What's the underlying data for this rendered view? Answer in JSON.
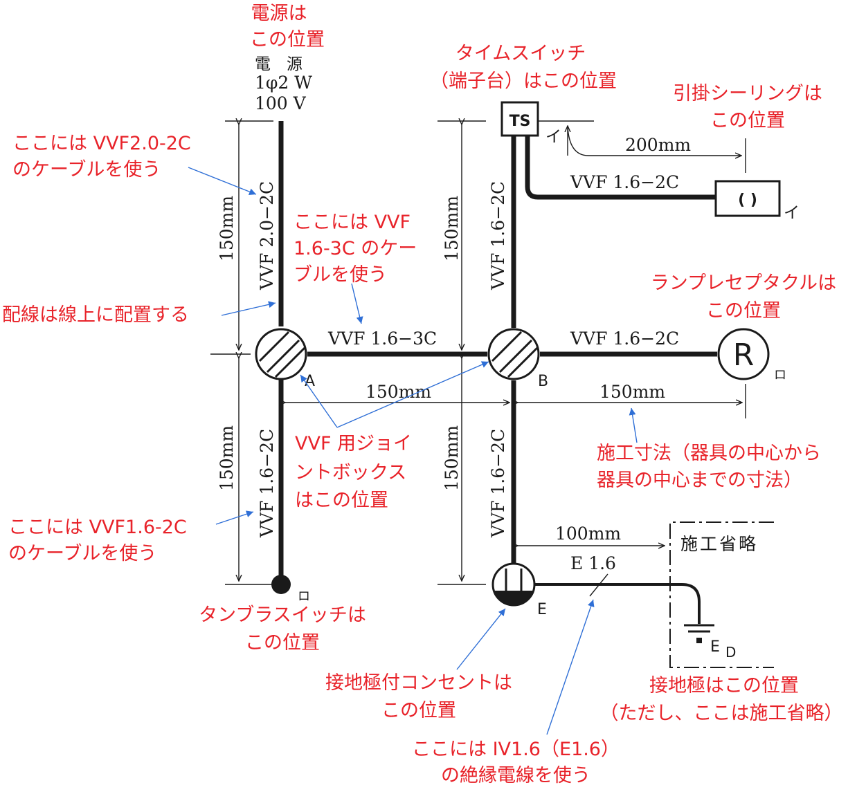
{
  "labels": {
    "power_note": [
      "電源は",
      "この位置"
    ],
    "power": [
      "電　源",
      "1φ2 W",
      "100 V"
    ],
    "ts_note": [
      "タイムスイッチ",
      "（端子台）はこの位置"
    ],
    "ceiling_note": [
      "引掛シーリングは",
      "この位置"
    ],
    "vvf20_note": [
      "ここには VVF2.0-2C",
      "のケーブルを使う"
    ],
    "vvf3c_note": [
      "ここには VVF",
      "1.6-3C のケー",
      "ブルを使う"
    ],
    "wiring_note": "配線は線上に配置する",
    "lamp_note": [
      "ランプレセプタクルは",
      "この位置"
    ],
    "jbox_note": [
      "VVF 用ジョイ",
      "ントボックス",
      "はこの位置"
    ],
    "dim_note": [
      "施工寸法（器具の中心から",
      "器具の中心までの寸法）"
    ],
    "vvf16_note": [
      "ここには VVF1.6-2C",
      "のケーブルを使う"
    ],
    "tumbler_note": [
      "タンブラスイッチは",
      "この位置"
    ],
    "outlet_note": [
      "接地極付コンセントは",
      "この位置"
    ],
    "ground_note": [
      "接地極はこの位置",
      "（ただし、ここは施工省略）"
    ],
    "iv_note": [
      "ここには IV1.6（E1.6）",
      "の絶縁電線を使う"
    ]
  },
  "cables": {
    "vvf20_2c": "VVF 2.0−2C",
    "vvf16_2c": "VVF 1.6−2C",
    "vvf16_3c": "VVF 1.6−3C",
    "e16": "E 1.6"
  },
  "dimensions": {
    "d150": "150mm",
    "d200": "200mm",
    "d100": "100mm"
  },
  "symbols": {
    "ts": "TS",
    "ceiling": "( )",
    "lamp": "R",
    "box_a": "A",
    "box_b": "B",
    "outlet_e": "E",
    "ground_e": "E",
    "ground_d": "D",
    "mark_i": "イ",
    "mark_ro": "ロ",
    "omitted": "施工省略"
  },
  "colors": {
    "annotation": "#e8232a",
    "leader": "#2f6fd6",
    "drawing": "#1a1a1a"
  }
}
